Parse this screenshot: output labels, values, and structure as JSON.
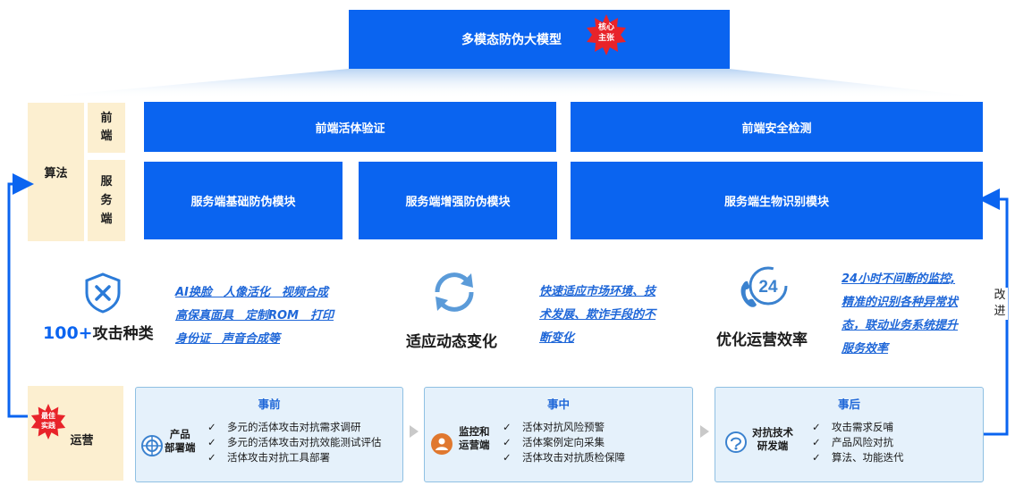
{
  "top_model": {
    "title": "多模态防伪大模型",
    "badge": "核心\n主张"
  },
  "algorithm": {
    "label": "算法",
    "front_label": "前\n端",
    "server_label": "服\n务\n端",
    "front_boxes": [
      "前端活体验证",
      "前端安全检测"
    ],
    "server_boxes": [
      "服务端基础防伪模块",
      "服务端增强防伪模块",
      "服务端生物识别模块"
    ]
  },
  "features": [
    {
      "prefix": "100+",
      "title": "攻击种类",
      "icon": "shield-x-icon",
      "lines": [
        "AI换脸　人像活化　视频合成",
        "高保真面具　定制ROM　打印",
        "身份证　声音合成等"
      ]
    },
    {
      "title": "适应动态变化",
      "icon": "refresh-cycle-icon",
      "lines": [
        "快速适应市场环境、技",
        "术发展、欺诈手段的不",
        "断变化"
      ]
    },
    {
      "title": "优化运营效率",
      "icon": "24h-service-icon",
      "lines": [
        "24小时不间断的监控,",
        "精准的识别各种异常状",
        "态，联动业务系统提升",
        "服务效率"
      ]
    }
  ],
  "operations": {
    "label": "运营",
    "badge": "最佳\n实践"
  },
  "side_label": "改\n进",
  "phases": [
    {
      "title": "事前",
      "role": "产品\n部署端",
      "icon": "target-icon",
      "items": [
        "多元的活体攻击对抗需求调研",
        "多元的活体攻击对抗效能测试评估",
        "活体攻击对抗工具部署"
      ]
    },
    {
      "title": "事中",
      "role": "监控和\n运营端",
      "icon": "monitor-person-icon",
      "items": [
        "活体对抗风险预警",
        "活体案例定向采集",
        "活体攻击对抗质检保障"
      ]
    },
    {
      "title": "事后",
      "role": "对抗技术\n研发端",
      "icon": "research-icon",
      "items": [
        "攻击需求反哺",
        "产品风险对抗",
        "算法、功能迭代"
      ]
    }
  ],
  "check_glyph": "✓",
  "colors": {
    "primary": "#0a64f0",
    "cream": "#fcefd0",
    "link": "#1f67d8",
    "badge_red": "#e8232a",
    "phase_bg": "#e5f1fb"
  }
}
